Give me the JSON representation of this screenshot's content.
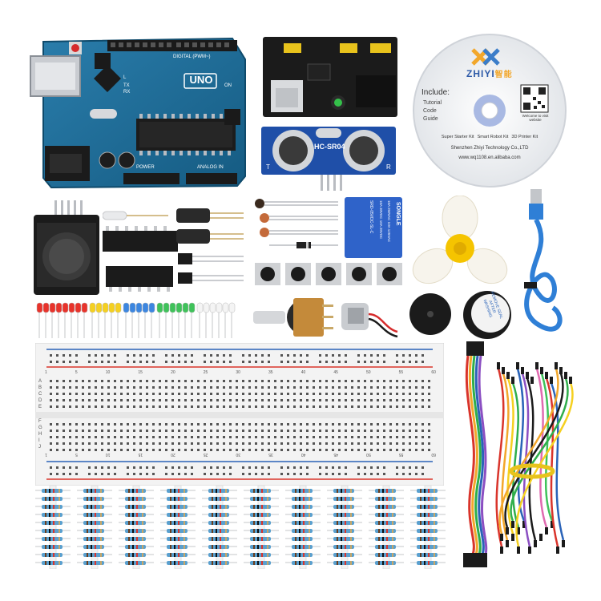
{
  "arduino": {
    "model": "UNO",
    "header_digital": "DIGITAL (PWM~)",
    "header_power": "POWER",
    "header_analog": "ANALOG IN",
    "label_on": "ON",
    "label_tx": "TX",
    "label_rx": "RX",
    "label_l": "L"
  },
  "cd": {
    "brand": "ZHIYI",
    "brand_cn": "智能",
    "include_title": "Include:",
    "include_items": [
      "Tutorial",
      "Code",
      "Guide"
    ],
    "qr_caption": "Welcome to visit website",
    "kits": [
      "Super Starter Kit",
      "Smart Robot Kit",
      "3D Printer Kit"
    ],
    "company": "Shenzhen Zhiyi Technology Co.,LTD",
    "website": "www.wq1108.en.alibaba.com"
  },
  "sensor": {
    "label": "HC-SR04",
    "pin_t": "T",
    "pin_r": "R"
  },
  "relay": {
    "brand": "SONGLE",
    "spec1": "10A 250VAC 10A 125VAC",
    "spec2": "10A 30VDC 10A 28VDC",
    "model": "SRD-05VDC-SL-C"
  },
  "buzzer": {
    "sticker": "REMOVE SEAL AFTER WASHING"
  },
  "breadboard": {
    "row_letters": [
      "A",
      "B",
      "C",
      "D",
      "E",
      "F",
      "G",
      "H",
      "I",
      "J"
    ],
    "col_numbers": [
      "1",
      "5",
      "10",
      "15",
      "20",
      "25",
      "30",
      "35",
      "40",
      "45",
      "50",
      "55",
      "60"
    ],
    "col_numbers_bottom": [
      "60",
      "55",
      "50",
      "45",
      "40",
      "35",
      "30",
      "25",
      "20",
      "15",
      "10",
      "5",
      "1"
    ]
  },
  "colors": {
    "arduino_blue": "#1f6f9a",
    "breadboard": "#f4f4f4",
    "rail_red": "#d9342b",
    "rail_blue": "#2a63b8",
    "cd_silver": "#e6e9ee",
    "fan_yellow": "#f5c400",
    "usb_cable": "#2f7fd6",
    "resistor_body": "#5aa0cf"
  }
}
